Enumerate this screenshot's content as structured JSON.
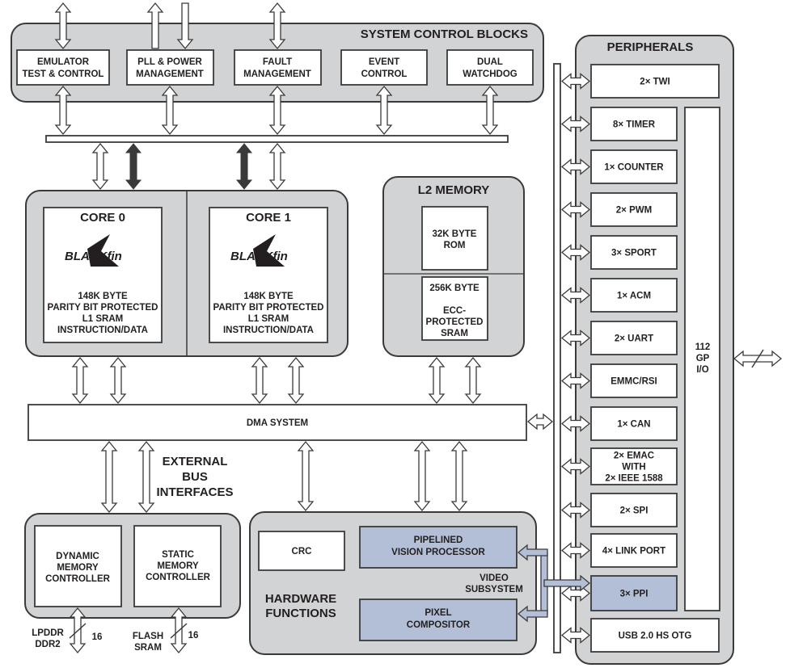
{
  "system_control": {
    "title": "SYSTEM CONTROL BLOCKS",
    "blocks": [
      [
        "EMULATOR",
        "TEST & CONTROL"
      ],
      [
        "PLL & POWER",
        "MANAGEMENT"
      ],
      [
        "FAULT",
        "MANAGEMENT"
      ],
      [
        "EVENT",
        "CONTROL"
      ],
      [
        "DUAL",
        "WATCHDOG"
      ]
    ]
  },
  "cores": [
    {
      "title": "CORE 0",
      "logo": "BLACKfin",
      "desc": [
        "148K BYTE",
        "PARITY BIT PROTECTED",
        "L1 SRAM",
        "INSTRUCTION/DATA"
      ]
    },
    {
      "title": "CORE 1",
      "logo": "BLACKfin",
      "desc": [
        "148K BYTE",
        "PARITY BIT PROTECTED",
        "L1 SRAM",
        "INSTRUCTION/DATA"
      ]
    }
  ],
  "l2_memory": {
    "title": "L2 MEMORY",
    "rom": [
      "32K BYTE",
      "ROM"
    ],
    "sram": [
      "256K BYTE",
      "",
      "ECC-",
      "PROTECTED",
      "SRAM"
    ]
  },
  "dma": {
    "label": "DMA SYSTEM"
  },
  "external_bus": {
    "title": [
      "EXTERNAL",
      "BUS",
      "INTERFACES"
    ],
    "dynamic": [
      "DYNAMIC",
      "MEMORY",
      "CONTROLLER"
    ],
    "static": [
      "STATIC",
      "MEMORY",
      "CONTROLLER"
    ],
    "lpddr": [
      "LPDDR",
      "DDR2"
    ],
    "lpddr_width": "16",
    "flash": [
      "FLASH",
      "SRAM"
    ],
    "flash_width": "16"
  },
  "hardware_functions": {
    "title": [
      "HARDWARE",
      "FUNCTIONS"
    ],
    "crc": "CRC",
    "pvp": [
      "PIPELINED",
      "VISION PROCESSOR"
    ],
    "pixel": [
      "PIXEL",
      "COMPOSITOR"
    ],
    "video": [
      "VIDEO",
      "SUBSYSTEM"
    ]
  },
  "peripherals": {
    "title": "PERIPHERALS",
    "items": [
      [
        "2× TWI"
      ],
      [
        "8× TIMER"
      ],
      [
        "1× COUNTER"
      ],
      [
        "2× PWM"
      ],
      [
        "3× SPORT"
      ],
      [
        "1× ACM"
      ],
      [
        "2× UART"
      ],
      [
        "EMMC/RSI"
      ],
      [
        "1× CAN"
      ],
      [
        "2× EMAC",
        "WITH",
        "2× IEEE 1588"
      ],
      [
        "2× SPI"
      ],
      [
        "4× LINK PORT"
      ],
      [
        "3× PPI"
      ],
      [
        "USB 2.0 HS OTG"
      ]
    ],
    "gpio": [
      "112",
      "GP",
      "I/O"
    ]
  },
  "colors": {
    "block_gray": "#d1d3d4",
    "video_blue": "#b3bfd6",
    "outline": "#3a3a3a"
  }
}
